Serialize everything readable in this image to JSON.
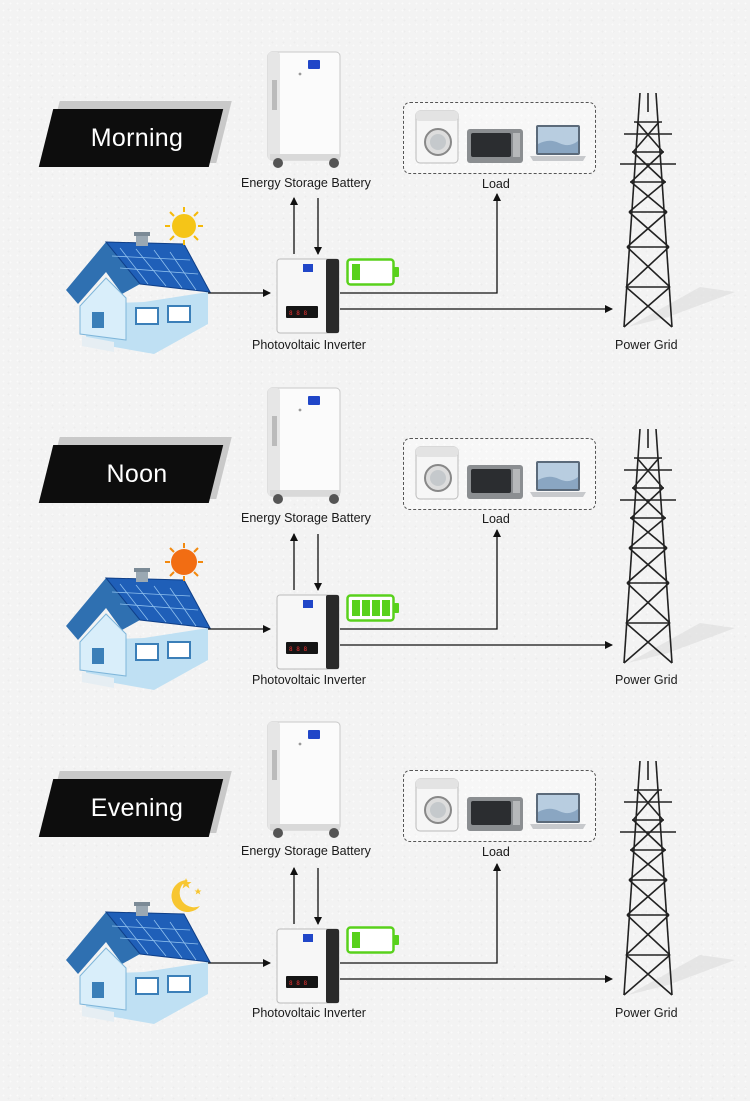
{
  "captions": {
    "battery": "Energy Storage Battery",
    "load": "Load",
    "inverter": "Photovoltaic Inverter",
    "grid": "Power Grid"
  },
  "sections": [
    {
      "time": "Morning",
      "sky_icon": "sun-icon",
      "battery_level": 0.25
    },
    {
      "time": "Noon",
      "sky_icon": "hot-sun-icon",
      "battery_level": 1.0
    },
    {
      "time": "Evening",
      "sky_icon": "moon-stars-icon",
      "battery_level": 0.25
    }
  ],
  "colors": {
    "battery_green": "#59d11c",
    "sun_morning": "#f5c518",
    "sun_noon": "#f26d13",
    "moon": "#f7c631",
    "panel_blue": "#1f5fb8",
    "roof_blue": "#4a8fc8",
    "wall_blue": "#bfe0f3",
    "tag_black": "#0d0d0d"
  }
}
